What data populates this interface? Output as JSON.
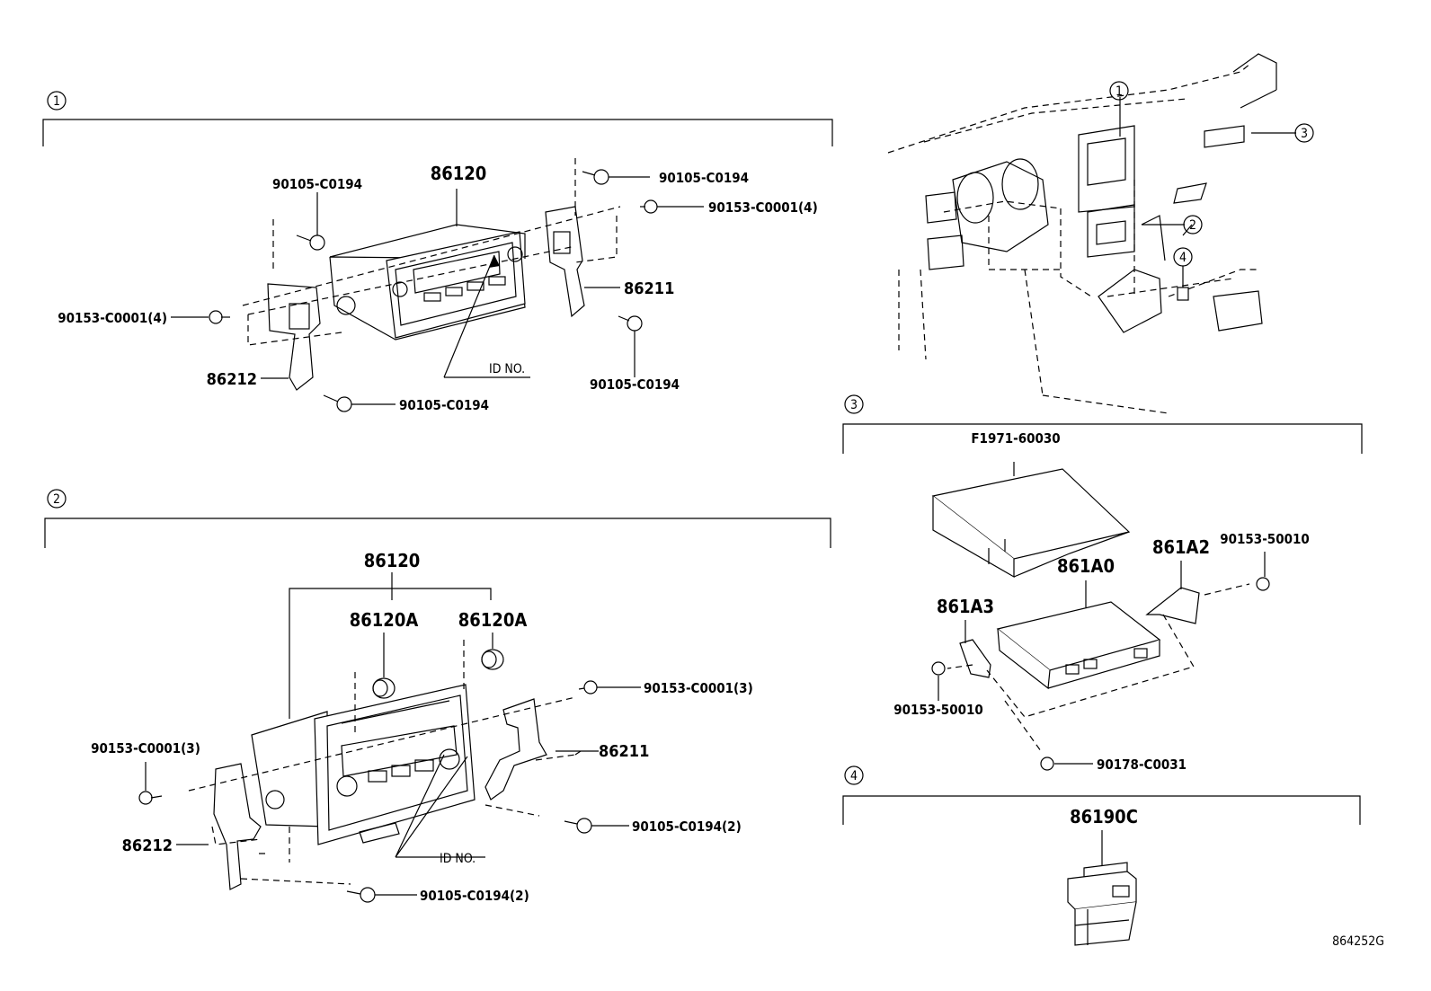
{
  "diagram_code": "864252G",
  "sections": {
    "s1": {
      "number": "1",
      "labels": {
        "radio": "86120",
        "bolt_top_left": "90105-C0194",
        "bolt_top_right": "90105-C0194",
        "nut_right": "90153-C0001(4)",
        "nut_left": "90153-C0001(4)",
        "bracket_right": "86211",
        "bracket_left": "86212",
        "bolt_bottom_left": "90105-C0194",
        "bolt_bottom_right": "90105-C0194",
        "id_no": "ID NO."
      }
    },
    "s2": {
      "number": "2",
      "labels": {
        "radio": "86120",
        "knob_left": "86120A",
        "knob_right": "86120A",
        "nut_right": "90153-C0001(3)",
        "nut_left": "90153-C0001(3)",
        "bracket_right": "86211",
        "bracket_left": "86212",
        "bolt_right": "90105-C0194(2)",
        "bolt_bottom": "90105-C0194(2)",
        "id_no": "ID NO."
      }
    },
    "s3": {
      "number": "3",
      "labels": {
        "cover": "F1971-60030",
        "unit": "861A0",
        "bracket_right": "861A2",
        "bracket_left": "861A3",
        "nut_right": "90153-50010",
        "nut_left": "90153-50010",
        "clip": "90178-C0031"
      }
    },
    "s4": {
      "number": "4",
      "labels": {
        "switch": "86190C"
      }
    },
    "overview": {
      "callouts": [
        "1",
        "2",
        "3",
        "4"
      ]
    }
  }
}
